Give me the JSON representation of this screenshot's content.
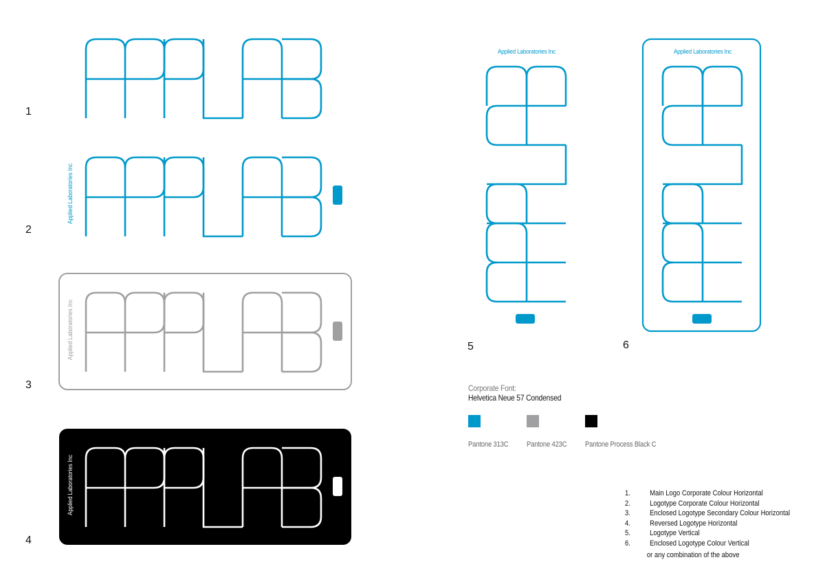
{
  "colors": {
    "corporate_blue": "#0099cc",
    "secondary_gray": "#a0a0a2",
    "black": "#000000",
    "white": "#ffffff"
  },
  "logo": {
    "wordmark": "APPLAB",
    "company_name": "Applied Laboratories Inc"
  },
  "variants": [
    {
      "number": "1",
      "label": "Main Logo Corporate Colour Horizontal"
    },
    {
      "number": "2",
      "label": "Logotype Corporate Colour Horizontal"
    },
    {
      "number": "3",
      "label": "Enclosed Logotype Secondary Colour Horizontal"
    },
    {
      "number": "4",
      "label": "Reversed Logotype Horizontal"
    },
    {
      "number": "5",
      "label": "Logotype Vertical"
    },
    {
      "number": "6",
      "label": "Enclosed Logotype Colour Vertical"
    }
  ],
  "variant_numbers": [
    "1",
    "2",
    "3",
    "4",
    "5",
    "6"
  ],
  "legend_items": [
    {
      "num": "1.",
      "label": "Main Logo Corporate Colour Horizontal"
    },
    {
      "num": "2.",
      "label": "Logotype Corporate Colour Horizontal"
    },
    {
      "num": "3.",
      "label": "Enclosed Logotype Secondary Colour Horizontal"
    },
    {
      "num": "4.",
      "label": "Reversed Logotype Horizontal"
    },
    {
      "num": "5.",
      "label": "Logotype Vertical"
    },
    {
      "num": "6.",
      "label": "Enclosed Logotype Colour Vertical"
    }
  ],
  "legend_footer": "or any combination of the above",
  "font_spec": {
    "heading": "Corporate Font:",
    "value": "Helvetica Neue 57 Condensed"
  },
  "swatches": [
    {
      "name": "Pantone 313C",
      "hex": "#0099cc"
    },
    {
      "name": "Pantone 423C",
      "hex": "#a0a0a2"
    },
    {
      "name": "Pantone Process Black C",
      "hex": "#000000"
    }
  ]
}
